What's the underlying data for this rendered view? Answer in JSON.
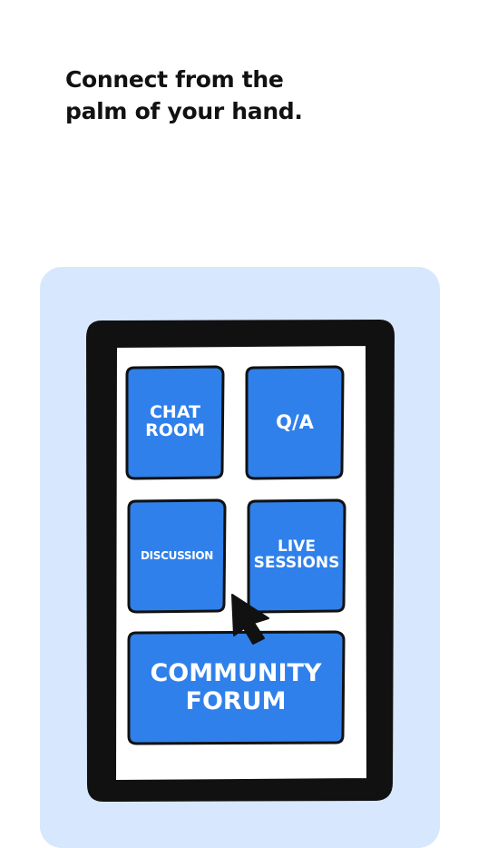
{
  "headline": "Connect from the palm of your hand.",
  "colors": {
    "panel_bg": "#d7e7fd",
    "tile_blue": "#2f80ea",
    "phone_frame": "#111111",
    "screen_bg": "#ffffff"
  },
  "illustration": {
    "tiles": [
      {
        "id": "chat-room",
        "label": "Chat\nRoom"
      },
      {
        "id": "qa",
        "label": "Q/A"
      },
      {
        "id": "discussion",
        "label": "Discussion"
      },
      {
        "id": "live-sessions",
        "label": "Live\nSessions"
      },
      {
        "id": "community-forum",
        "label": "Community\nForum"
      }
    ],
    "cursor_icon": "arrow-cursor-icon"
  }
}
